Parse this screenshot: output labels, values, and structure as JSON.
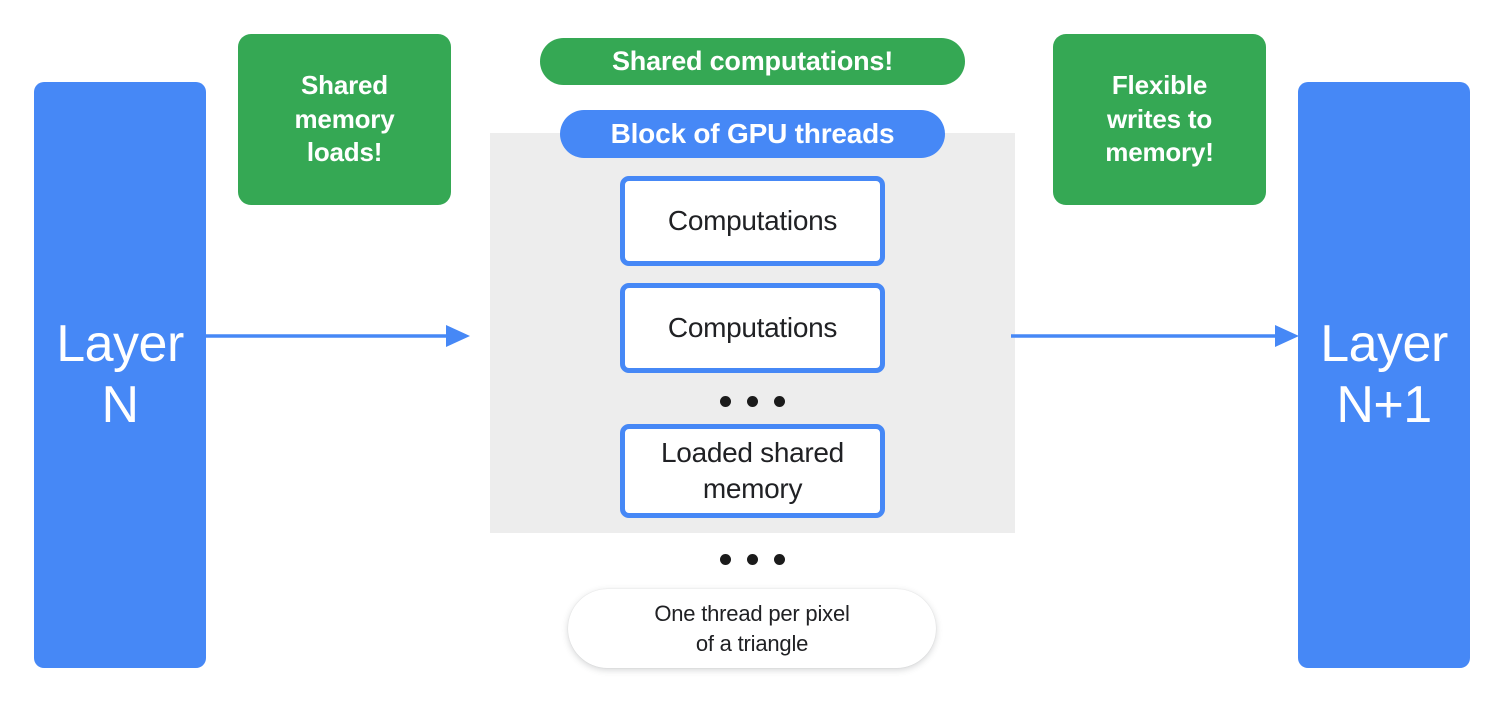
{
  "diagram": {
    "title": "GPU shared-memory thread block between neural network layers",
    "colors": {
      "blue": "#4688f6",
      "green": "#35a854",
      "gray_container": "#ededed",
      "text_dark": "#202124",
      "white": "#ffffff",
      "dot": "#1b1b1b"
    },
    "layers": [
      {
        "name": "layer-n",
        "label": "Layer\nN"
      },
      {
        "name": "layer-n+1",
        "label": "Layer\nN+1"
      }
    ],
    "callouts": [
      {
        "name": "shared-memory-loads",
        "label": "Shared\nmemory\nloads!"
      },
      {
        "name": "flexible-writes",
        "label": "Flexible\nwrites to\nmemory!"
      }
    ],
    "banners": {
      "shared_computations": "Shared computations!",
      "block_of_gpu_threads": "Block of GPU threads"
    },
    "thread_boxes": [
      {
        "name": "computations-1",
        "label": "Computations"
      },
      {
        "name": "computations-2",
        "label": "Computations"
      },
      {
        "name": "loaded-shared-memory",
        "label": "Loaded shared\nmemory"
      }
    ],
    "ellipsis": {
      "inner": "• • •",
      "outer": "• • •",
      "dot_count": 3
    },
    "note": "One thread per pixel\nof a triangle",
    "arrows": [
      {
        "name": "arrow-layer-n-to-block",
        "direction": "right"
      },
      {
        "name": "arrow-block-to-layer-n1",
        "direction": "right"
      }
    ]
  }
}
